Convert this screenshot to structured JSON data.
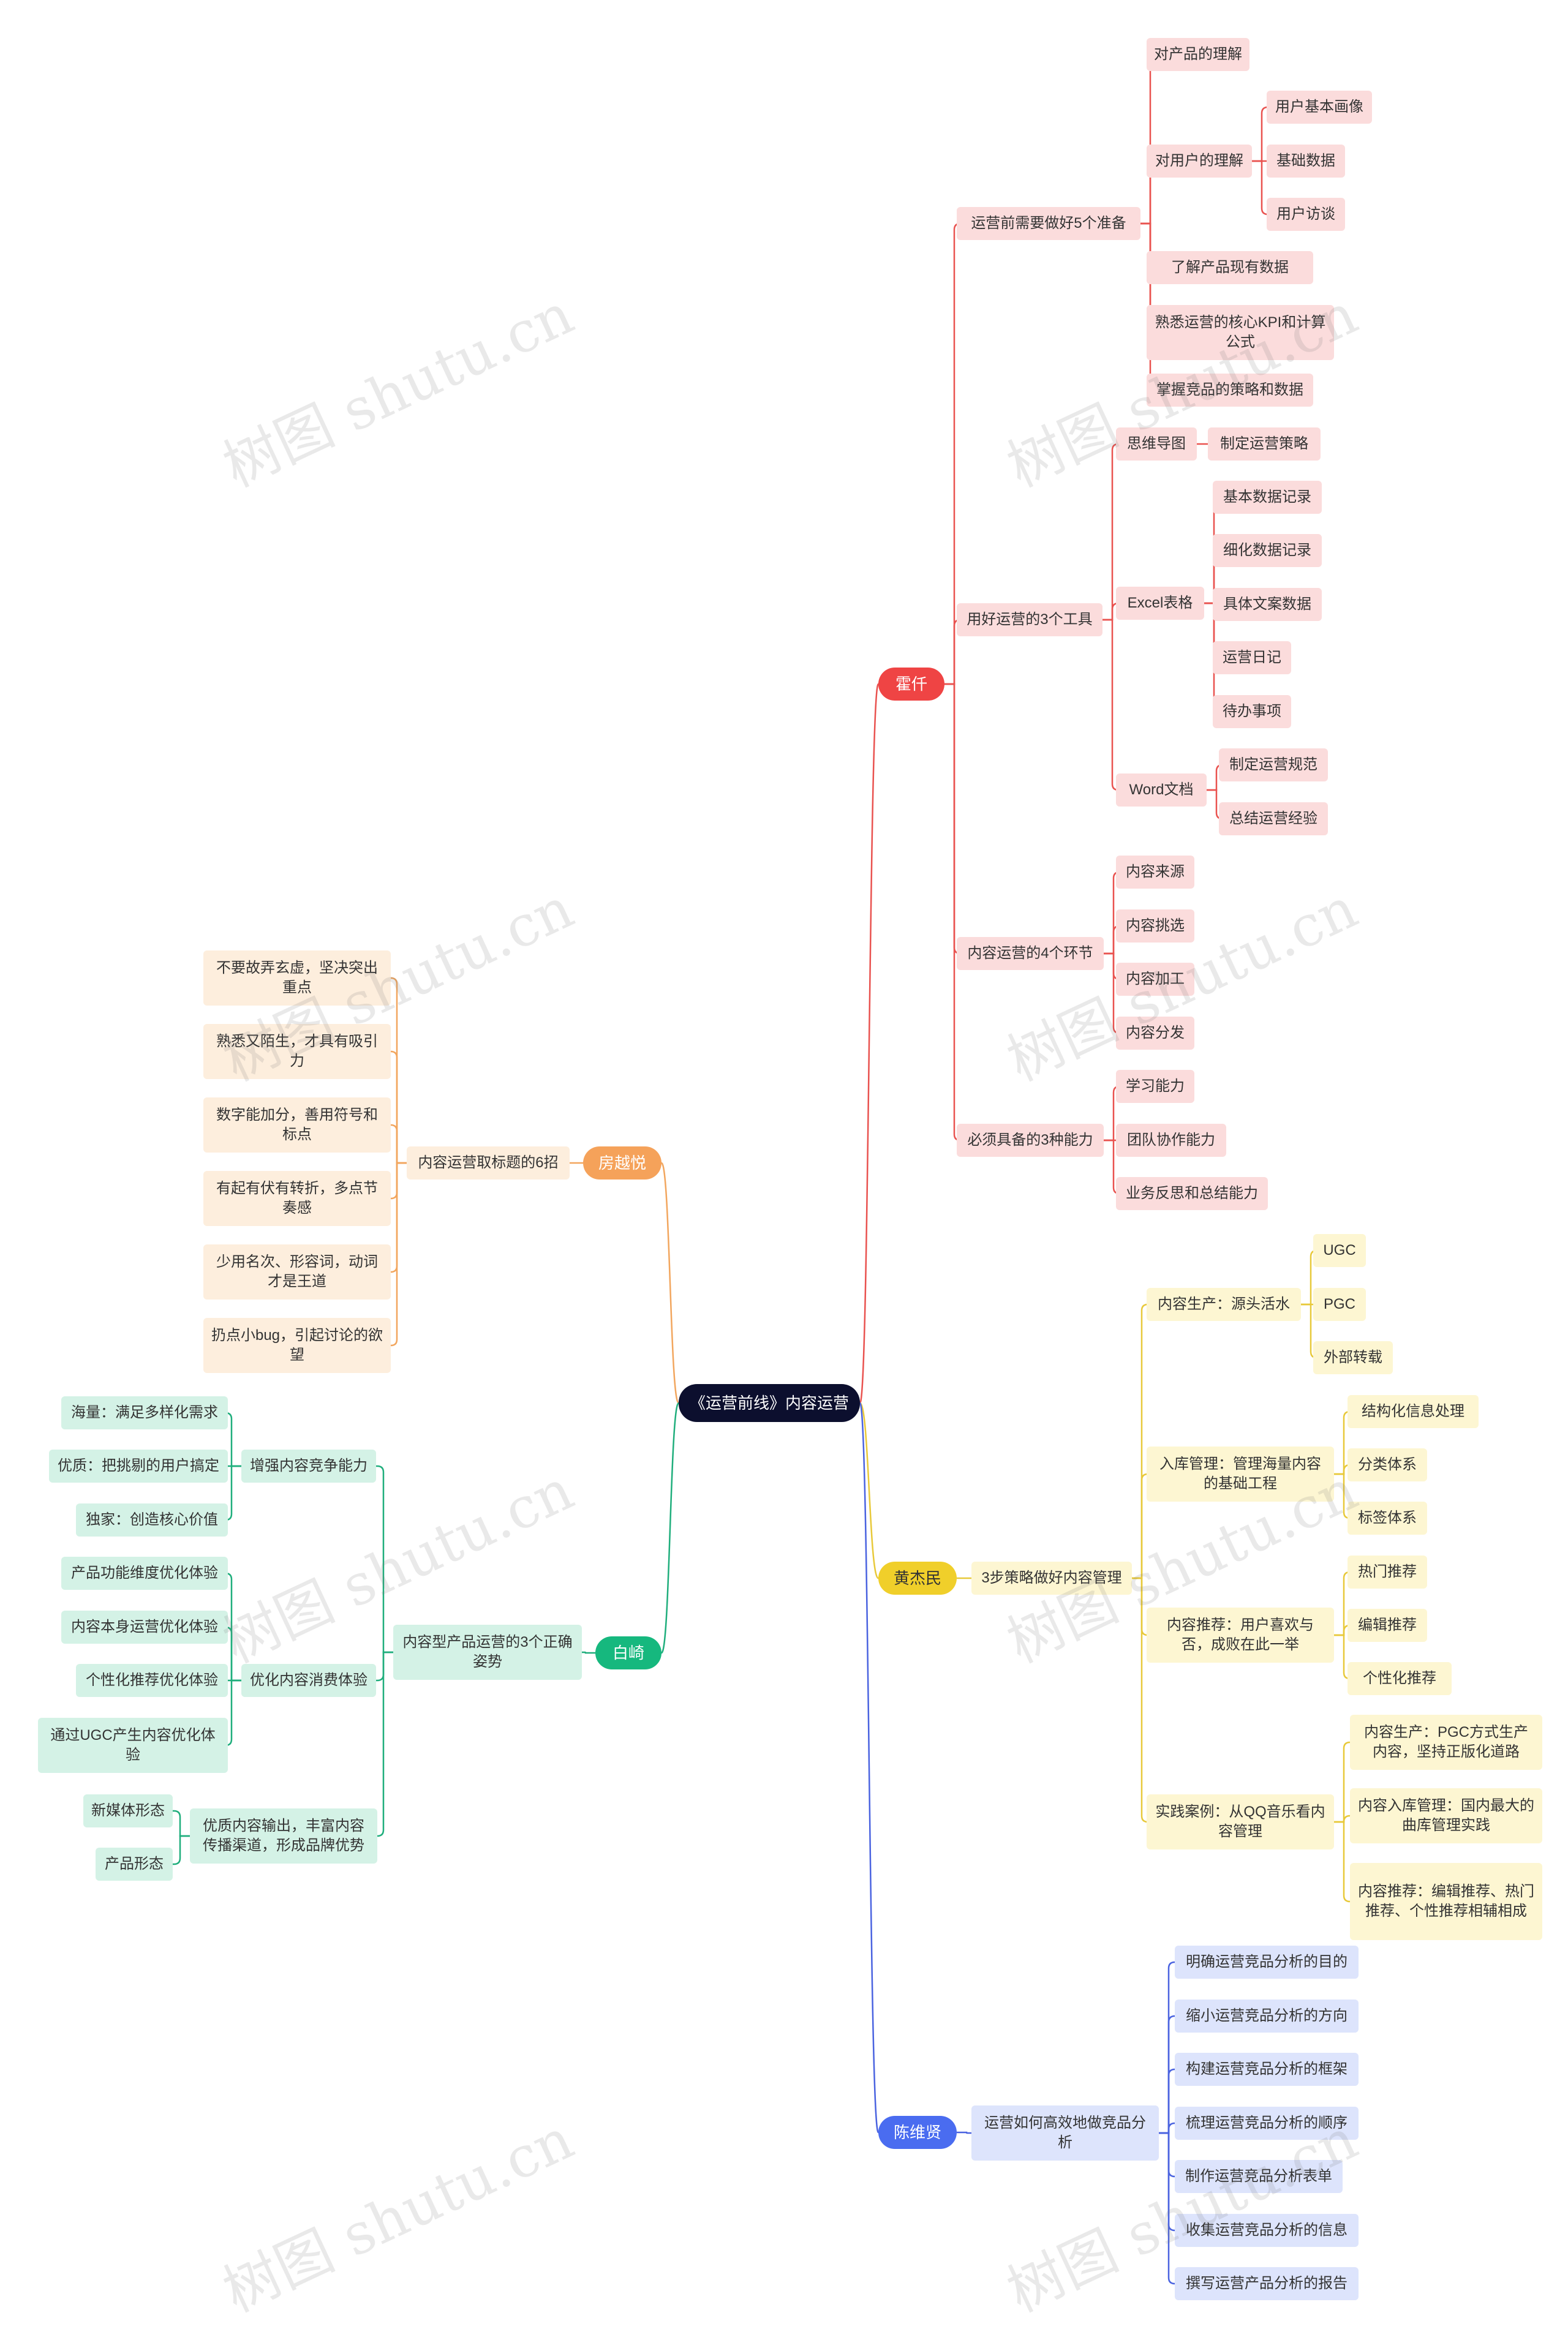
{
  "root": {
    "label": "《运营前线》内容运营"
  },
  "watermark": "树图 shutu.cn",
  "colors": {
    "red": "#e9524f",
    "orange": "#f2a65e",
    "green": "#1fae7c",
    "yellow": "#e8c93a",
    "blue": "#4a63e0"
  },
  "branches": [
    {
      "key": "huo",
      "label": "霍仟",
      "color": "red",
      "children": [
        {
          "label": "运营前需要做好5个准备",
          "children": [
            {
              "label": "对产品的理解"
            },
            {
              "label": "对用户的理解",
              "children": [
                {
                  "label": "用户基本画像"
                },
                {
                  "label": "基础数据"
                },
                {
                  "label": "用户访谈"
                }
              ]
            },
            {
              "label": "了解产品现有数据"
            },
            {
              "label": "熟悉运营的核心KPI和计算公式"
            },
            {
              "label": "掌握竞品的策略和数据"
            }
          ]
        },
        {
          "label": "用好运营的3个工具",
          "children": [
            {
              "label": "思维导图",
              "children": [
                {
                  "label": "制定运营策略"
                }
              ]
            },
            {
              "label": "Excel表格",
              "children": [
                {
                  "label": "基本数据记录"
                },
                {
                  "label": "细化数据记录"
                },
                {
                  "label": "具体文案数据"
                },
                {
                  "label": "运营日记"
                },
                {
                  "label": "待办事项"
                }
              ]
            },
            {
              "label": "Word文档",
              "children": [
                {
                  "label": "制定运营规范"
                },
                {
                  "label": "总结运营经验"
                }
              ]
            }
          ]
        },
        {
          "label": "内容运营的4个环节",
          "children": [
            {
              "label": "内容来源"
            },
            {
              "label": "内容挑选"
            },
            {
              "label": "内容加工"
            },
            {
              "label": "内容分发"
            }
          ]
        },
        {
          "label": "必须具备的3种能力",
          "children": [
            {
              "label": "学习能力"
            },
            {
              "label": "团队协作能力"
            },
            {
              "label": "业务反思和总结能力"
            }
          ]
        }
      ]
    },
    {
      "key": "fang",
      "label": "房越悦",
      "color": "orange",
      "children": [
        {
          "label": "内容运营取标题的6招",
          "children": [
            {
              "label": "不要故弄玄虚，坚决突出重点"
            },
            {
              "label": "熟悉又陌生，才具有吸引力"
            },
            {
              "label": "数字能加分，善用符号和标点"
            },
            {
              "label": "有起有伏有转折，多点节奏感"
            },
            {
              "label": "少用名次、形容词，动词才是王道"
            },
            {
              "label": "扔点小bug，引起讨论的欲望"
            }
          ]
        }
      ]
    },
    {
      "key": "bai",
      "label": "白崎",
      "color": "green",
      "children": [
        {
          "label": "内容型产品运营的3个正确姿势",
          "children": [
            {
              "label": "增强内容竞争能力",
              "children": [
                {
                  "label": "海量：满足多样化需求"
                },
                {
                  "label": "优质：把挑剔的用户搞定"
                },
                {
                  "label": "独家：创造核心价值"
                }
              ]
            },
            {
              "label": "优化内容消费体验",
              "children": [
                {
                  "label": "产品功能维度优化体验"
                },
                {
                  "label": "内容本身运营优化体验"
                },
                {
                  "label": "个性化推荐优化体验"
                },
                {
                  "label": "通过UGC产生内容优化体验"
                }
              ]
            },
            {
              "label": "优质内容输出，丰富内容传播渠道，形成品牌优势",
              "children": [
                {
                  "label": "新媒体形态"
                },
                {
                  "label": "产品形态"
                }
              ]
            }
          ]
        }
      ]
    },
    {
      "key": "huang",
      "label": "黄杰民",
      "color": "yellow",
      "children": [
        {
          "label": "3步策略做好内容管理",
          "children": [
            {
              "label": "内容生产：源头活水",
              "children": [
                {
                  "label": "UGC"
                },
                {
                  "label": "PGC"
                },
                {
                  "label": "外部转载"
                }
              ]
            },
            {
              "label": "入库管理：管理海量内容的基础工程",
              "children": [
                {
                  "label": "结构化信息处理"
                },
                {
                  "label": "分类体系"
                },
                {
                  "label": "标签体系"
                }
              ]
            },
            {
              "label": "内容推荐：用户喜欢与否，成败在此一举",
              "children": [
                {
                  "label": "热门推荐"
                },
                {
                  "label": "编辑推荐"
                },
                {
                  "label": "个性化推荐"
                }
              ]
            },
            {
              "label": "实践案例：从QQ音乐看内容管理",
              "children": [
                {
                  "label": "内容生产：PGC方式生产内容，坚持正版化道路"
                },
                {
                  "label": "内容入库管理：国内最大的曲库管理实践"
                },
                {
                  "label": "内容推荐：编辑推荐、热门推荐、个性推荐相辅相成"
                }
              ]
            }
          ]
        }
      ]
    },
    {
      "key": "chen",
      "label": "陈维贤",
      "color": "blue",
      "children": [
        {
          "label": "运营如何高效地做竞品分析",
          "children": [
            {
              "label": "明确运营竞品分析的目的"
            },
            {
              "label": "缩小运营竞品分析的方向"
            },
            {
              "label": "构建运营竞品分析的框架"
            },
            {
              "label": "梳理运营竞品分析的顺序"
            },
            {
              "label": "制作运营竞品分析表单"
            },
            {
              "label": "收集运营竞品分析的信息"
            },
            {
              "label": "撰写运营产品分析的报告"
            }
          ]
        }
      ]
    }
  ]
}
